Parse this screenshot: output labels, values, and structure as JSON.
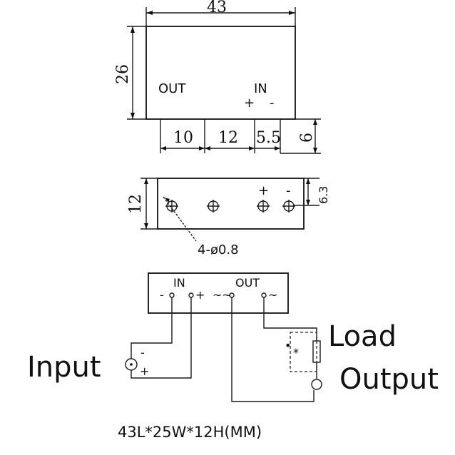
{
  "top_view": {
    "width_dim": "43",
    "height_dim": "26",
    "out_label": "OUT",
    "in_label": "IN",
    "plus": "+",
    "minus": "-",
    "spacing_1": "10",
    "spacing_2": "12",
    "spacing_3": "5.5",
    "offset_right": "6"
  },
  "side_view": {
    "height_dim": "12",
    "pin_offset_dim": "6.3",
    "plus": "+",
    "minus": "-",
    "hole_label": "4-ø0.8"
  },
  "wiring": {
    "in_label": "IN",
    "out_label": "OUT",
    "in_minus": "-",
    "in_plus": "+",
    "ac_left": "~~",
    "ac_right": "~",
    "source_minus": "-",
    "source_plus": "+",
    "input_label": "Input",
    "load_label": "Load",
    "output_label": "Output"
  },
  "footer": {
    "dimensions": "43L*25W*12H(MM)"
  }
}
